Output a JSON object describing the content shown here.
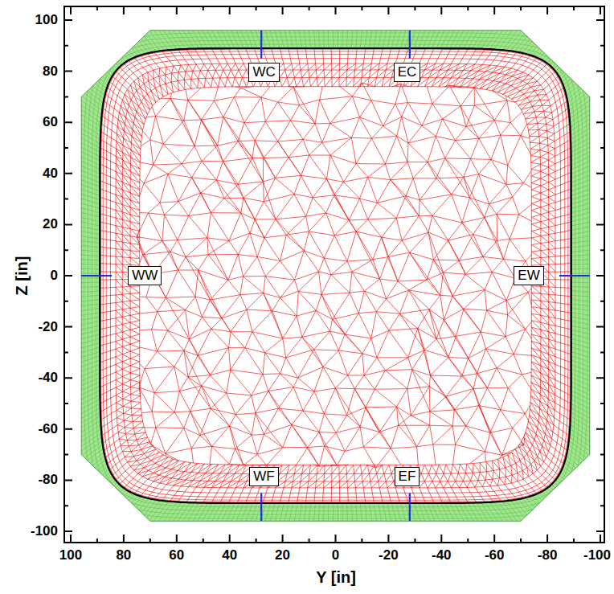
{
  "diagram": {
    "nodes": [
      {
        "text": [
          "WC"
        ]
      },
      {
        "text": [
          "EC"
        ]
      },
      {
        "text": [
          "WW"
        ]
      },
      {
        "text": [
          "EW"
        ]
      },
      {
        "text": [
          "WF"
        ]
      },
      {
        "text": [
          "EF"
        ]
      }
    ],
    "labels": [
      "100",
      "80",
      "60",
      "40",
      "20",
      "0",
      "-20",
      "-40",
      "-60",
      "-80",
      "-100",
      "Z [in]",
      "100",
      "80",
      "60",
      "40",
      "20",
      "0",
      "-20",
      "-40",
      "-60",
      "-80",
      "-100",
      "Y [in]"
    ]
  }
}
